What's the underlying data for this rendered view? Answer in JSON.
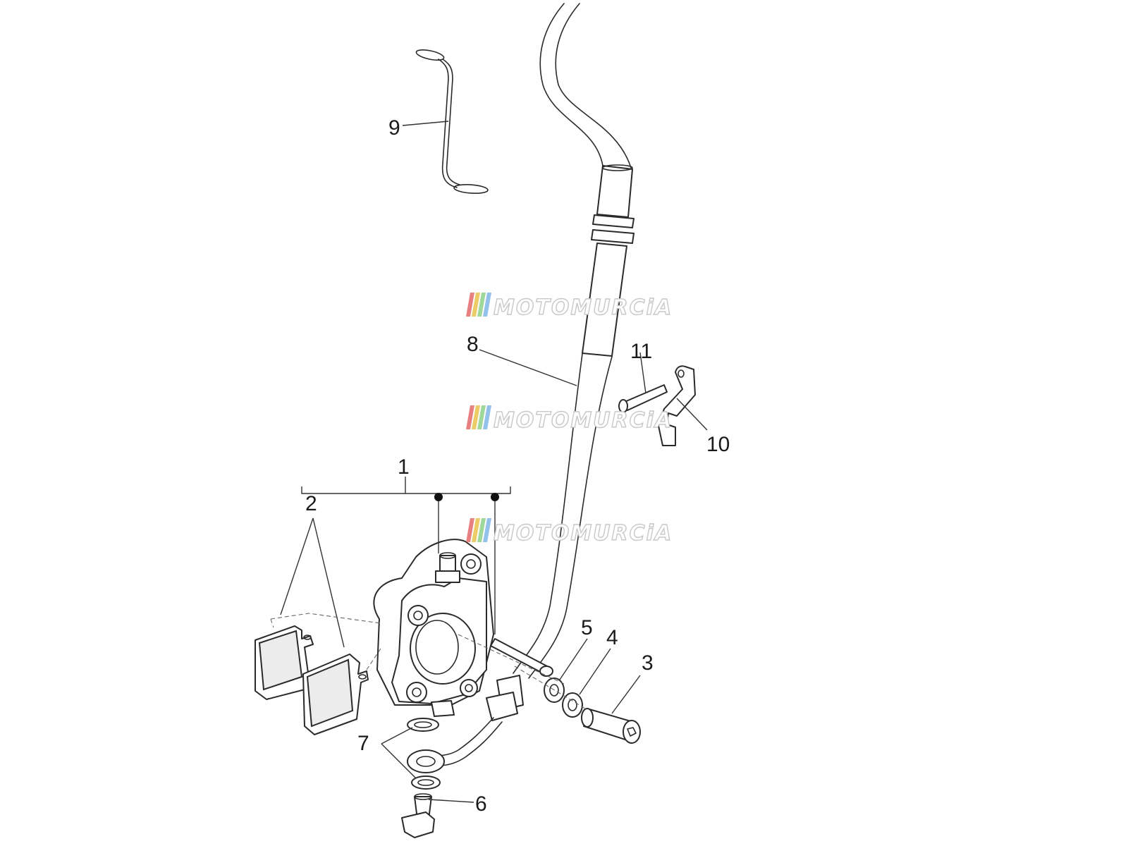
{
  "diagram": {
    "callouts": [
      "1",
      "2",
      "3",
      "4",
      "5",
      "6",
      "7",
      "8",
      "9",
      "10",
      "11"
    ]
  },
  "watermark": {
    "text": "MOTOMURCiA",
    "colors": [
      "#e46a6a",
      "#e8c34a",
      "#8fd08a",
      "#7fb7e8"
    ]
  },
  "colors": {
    "line": "#2a2a2a",
    "pad_face": "#ececec",
    "background": "#ffffff"
  }
}
